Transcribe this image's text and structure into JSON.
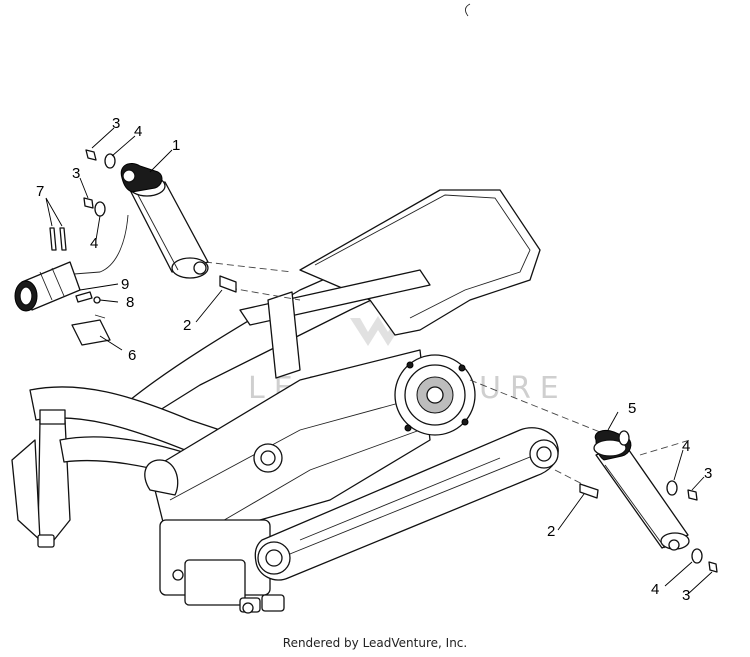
{
  "callouts": [
    {
      "id": "c1",
      "text": "1"
    },
    {
      "id": "c2a",
      "text": "2"
    },
    {
      "id": "c2b",
      "text": "2"
    },
    {
      "id": "c3a",
      "text": "3"
    },
    {
      "id": "c3b",
      "text": "3"
    },
    {
      "id": "c3c",
      "text": "3"
    },
    {
      "id": "c3d",
      "text": "3"
    },
    {
      "id": "c4a",
      "text": "4"
    },
    {
      "id": "c4b",
      "text": "4"
    },
    {
      "id": "c4c",
      "text": "4"
    },
    {
      "id": "c4d",
      "text": "4"
    },
    {
      "id": "c5",
      "text": "5"
    },
    {
      "id": "c6",
      "text": "6"
    },
    {
      "id": "c7",
      "text": "7"
    },
    {
      "id": "c8",
      "text": "8"
    },
    {
      "id": "c9",
      "text": "9"
    }
  ],
  "watermark_text": "LEADVENTURE",
  "footer_text": "Rendered by LeadVenture, Inc."
}
